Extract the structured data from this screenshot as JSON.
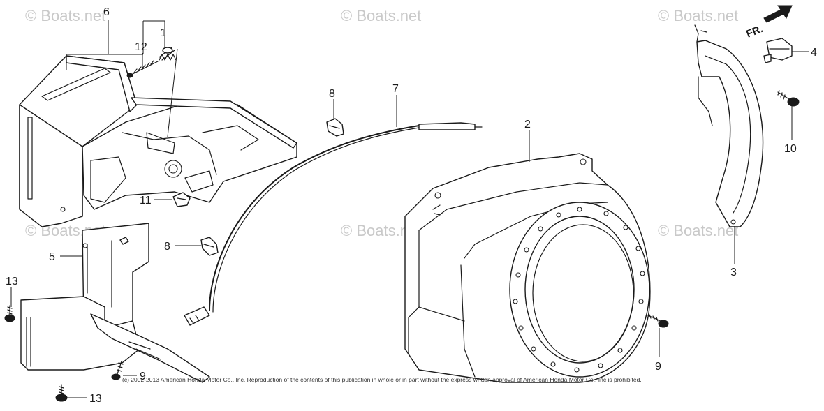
{
  "watermark": "© Boats.net",
  "direction_label": "FR.",
  "copyright": "(c) 2002-2013 American Honda Motor Co., Inc. Reproduction of the contents of this publication in whole or in part without the express written approval of American Honda Motor Co., Inc is prohibited.",
  "callouts": {
    "c1": "1",
    "c2": "2",
    "c3": "3",
    "c4": "4",
    "c5": "5",
    "c6": "6",
    "c7": "7",
    "c8_top": "8",
    "c8_left": "8",
    "c9_left": "9",
    "c9_right": "9",
    "c10": "10",
    "c11": "11",
    "c12": "12",
    "c13_top": "13",
    "c13_bottom": "13"
  }
}
